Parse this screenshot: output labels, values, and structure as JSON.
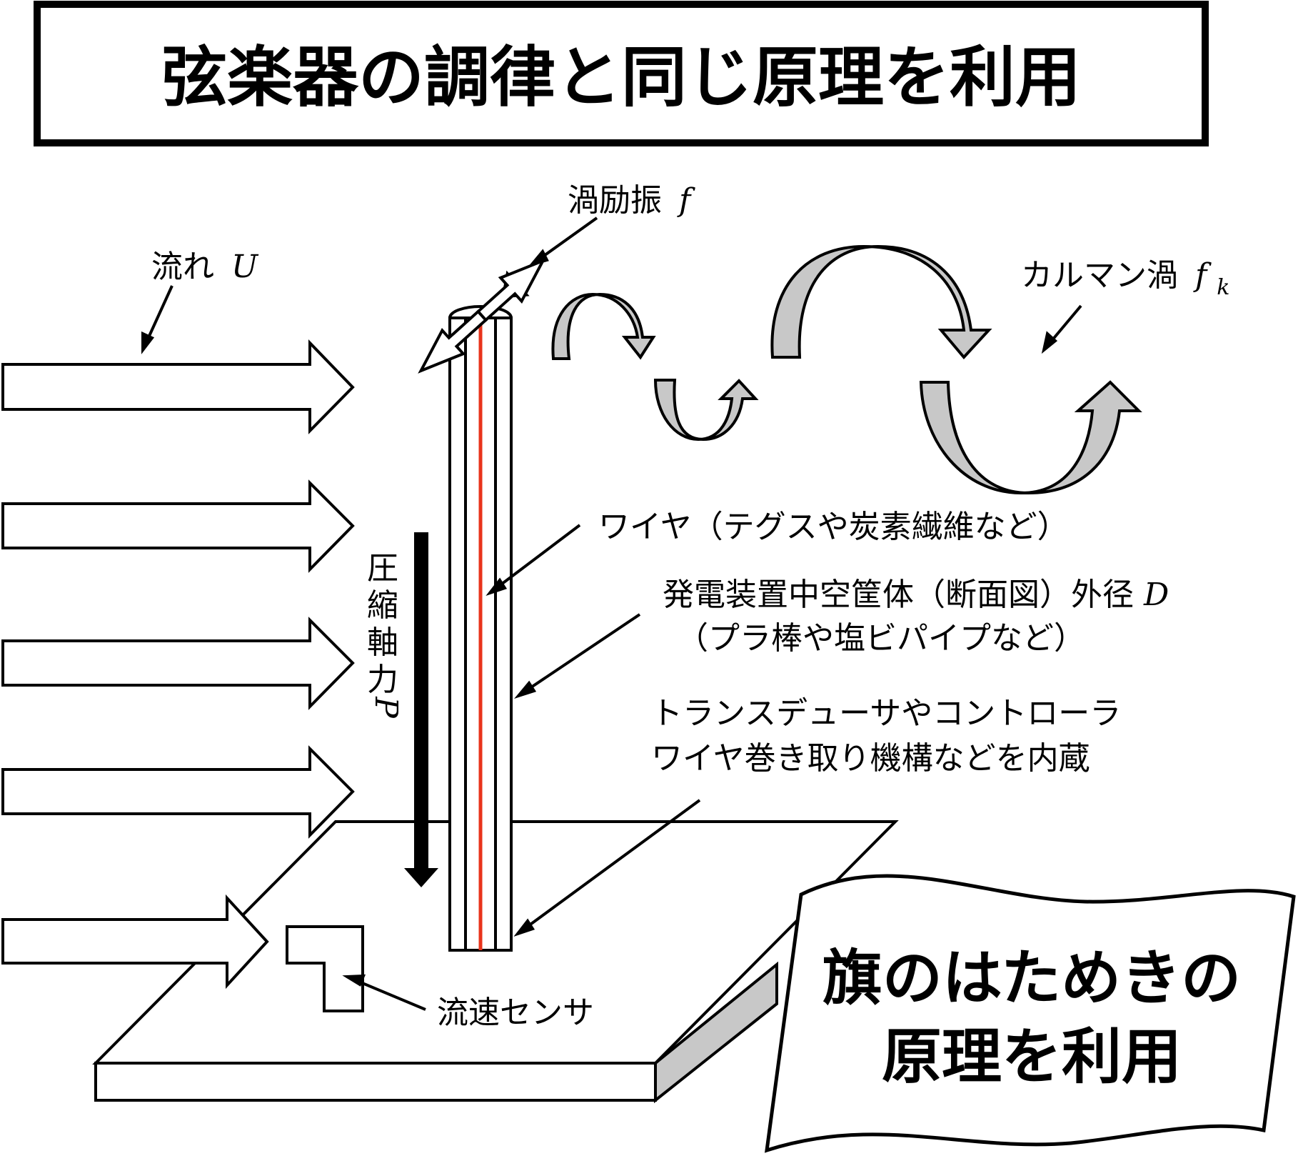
{
  "title": "弦楽器の調律と同じ原理を利用",
  "labels": {
    "vortex_excitation": "渦励振",
    "vortex_excitation_var": "f",
    "flow": "流れ",
    "flow_var": "U",
    "karman": "カルマン渦",
    "karman_var": "f",
    "karman_sub": "k",
    "wire": "ワイヤ（テグスや炭素繊維など）",
    "housing_line1": "発電装置中空筐体（断面図）外径",
    "housing_var": "D",
    "housing_line2": "（プラ棒や塩ビパイプなど）",
    "axial_force": [
      "圧",
      "縮",
      "軸",
      "力"
    ],
    "axial_force_var": "P",
    "internals_line1": "トランスデューサやコントローラ",
    "internals_line2": "ワイヤ巻き取り機構などを内蔵",
    "flow_sensor": "流速センサ"
  },
  "flag": {
    "line1": "旗のはためきの",
    "line2": "原理を利用"
  },
  "colors": {
    "wire": "#e8341c",
    "vortex_fill": "#c8c8c8",
    "base_side": "#c8c8c8",
    "line": "#000000",
    "background": "#ffffff"
  }
}
